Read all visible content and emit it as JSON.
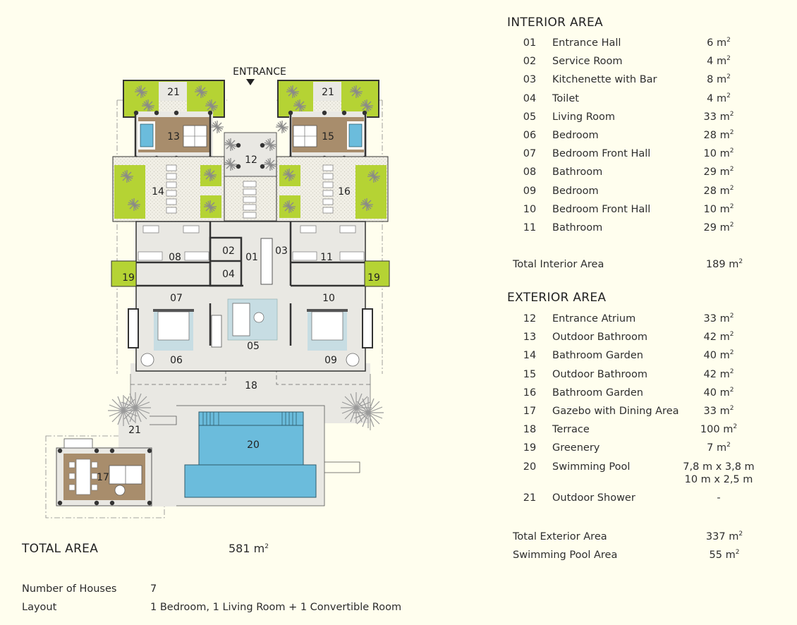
{
  "floor_plan": {
    "entrance_label": "ENTRANCE",
    "room_labels": {
      "r01": "01",
      "r02": "02",
      "r03": "03",
      "r04": "04",
      "r05": "05",
      "r06": "06",
      "r07": "07",
      "r08": "08",
      "r09": "09",
      "r10": "10",
      "r11": "11",
      "r12": "12",
      "r13": "13",
      "r14": "14",
      "r15": "15",
      "r16": "16",
      "r17": "17",
      "r18": "18",
      "r19a": "19",
      "r19b": "19",
      "r20": "20",
      "r21a": "21",
      "r21b": "21",
      "r21c": "21"
    },
    "colors": {
      "background": "#fffeee",
      "greenery": "#b5d334",
      "outdoor_bath_floor": "#a88d6c",
      "interior_floor": "#e9e8e3",
      "pool": "#6bbcdc",
      "rug": "#c7dde3",
      "wall": "#3a3a3a"
    }
  },
  "summary": {
    "total_area_label": "TOTAL AREA",
    "total_area_value": "581 m",
    "unit_sup": "2",
    "houses_label": "Number of Houses",
    "houses_value": "7",
    "layout_label": "Layout",
    "layout_value": "1 Bedroom, 1 Living Room + 1 Convertible Room"
  },
  "interior": {
    "title": "INTERIOR AREA",
    "rows": [
      {
        "num": "01",
        "name": "Entrance Hall",
        "area": "6 m"
      },
      {
        "num": "02",
        "name": "Service Room",
        "area": "4 m"
      },
      {
        "num": "03",
        "name": "Kitchenette with Bar",
        "area": "8 m"
      },
      {
        "num": "04",
        "name": "Toilet",
        "area": "4 m"
      },
      {
        "num": "05",
        "name": "Living Room",
        "area": "33 m"
      },
      {
        "num": "06",
        "name": "Bedroom",
        "area": "28 m"
      },
      {
        "num": "07",
        "name": "Bedroom Front Hall",
        "area": "10 m"
      },
      {
        "num": "08",
        "name": "Bathroom",
        "area": "29 m"
      },
      {
        "num": "09",
        "name": "Bedroom",
        "area": "28 m"
      },
      {
        "num": "10",
        "name": "Bedroom Front Hall",
        "area": "10 m"
      },
      {
        "num": "11",
        "name": "Bathroom",
        "area": "29 m"
      }
    ],
    "total_label": "Total Interior Area",
    "total_value": "189 m"
  },
  "exterior": {
    "title": "EXTERIOR AREA",
    "rows": [
      {
        "num": "12",
        "name": "Entrance Atrium",
        "area": "33 m"
      },
      {
        "num": "13",
        "name": "Outdoor Bathroom",
        "area": "42 m"
      },
      {
        "num": "14",
        "name": "Bathroom Garden",
        "area": "40 m"
      },
      {
        "num": "15",
        "name": "Outdoor Bathroom",
        "area": "42 m"
      },
      {
        "num": "16",
        "name": "Bathroom Garden",
        "area": "40 m"
      },
      {
        "num": "17",
        "name": "Gazebo with Dining Area",
        "area": "33 m"
      },
      {
        "num": "18",
        "name": "Terrace",
        "area": "100 m"
      },
      {
        "num": "19",
        "name": "Greenery",
        "area": "7 m"
      },
      {
        "num": "20",
        "name": "Swimming Pool",
        "area": "7,8 m x 3,8 m",
        "area2": "10 m x 2,5 m"
      },
      {
        "num": "21",
        "name": "Outdoor Shower",
        "area": "-"
      }
    ],
    "total_label": "Total Exterior Area",
    "total_value": "337 m",
    "pool_label": "Swimming Pool Area",
    "pool_value": "55 m"
  }
}
